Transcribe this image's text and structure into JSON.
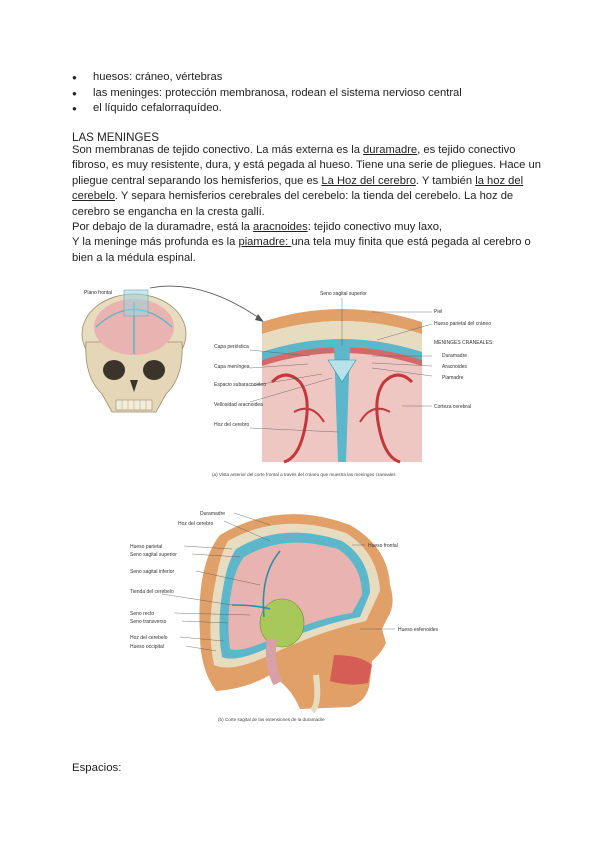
{
  "bullets": [
    "huesos: cráneo, vértebras",
    "las meninges: protección membranosa, rodean el sistema nervioso central",
    "el líquido cefalorraquídeo."
  ],
  "section_title": "LAS MENINGES",
  "paragraph": {
    "p1_a": " Son membranas de tejido conectivo. La más externa es la ",
    "p1_duramadre": "duramadre",
    "p1_b": ", es tejido conectivo fibroso, es muy resistente, dura, y está pegada al hueso. Tiene una serie de pliegues. Hace un pliegue central separando los hemisferios, que es ",
    "p1_hoz_cerebro": "La Hoz del cerebro",
    "p1_c": ". Y también ",
    "p1_hoz_cerebelo": "la hoz del cerebelo",
    "p1_d": ". Y separa hemisferios cerebrales del cerebelo: la tienda del cerebelo. La hoz de cerebro se engancha en la cresta gallí.",
    "p2_a": "Por debajo de la duramadre, está la ",
    "p2_aracnoides": "aracnoides",
    "p2_b": ": tejido conectivo muy laxo,",
    "p3_a": "Y la meninge más profunda es la ",
    "p3_piamadre": "piamadre: ",
    "p3_b": "una tela muy finita que está pegada al cerebro o bien a la médula espinal."
  },
  "figure_a": {
    "left_labels": [
      "Plano frontal",
      "Capa perióstica",
      "Capa meníngea",
      "Espacio subaracnoideo",
      "Vellosidad aracnoidea",
      "Hoz del cerebro"
    ],
    "top_label": "Seno sagital superior",
    "right_labels": [
      "Piel",
      "Hueso parietal del cráneo",
      "MENINGES CRANEALES:",
      "Duramadre",
      "Aracnoides",
      "Piamadre",
      "Corteza cerebral"
    ],
    "caption": "(a) Vista anterior del corte frontal a través del cráneo que muestra las meninges craneales"
  },
  "figure_b": {
    "left_labels": [
      "Duramadre",
      "Hoz del cerebro",
      "Hueso parietal",
      "Seno sagital superior",
      "Seno sagital inferior",
      "Tienda del cerebelo",
      "Seno recto",
      "Seno transverso",
      "Hoz del cerebelo",
      "Hueso occipital"
    ],
    "right_labels": [
      "Hueso frontal",
      "Hueso esfenoides"
    ],
    "caption": "(b) Corte sagital de las extensiones de la duramadre"
  },
  "footer_text": "Espacios:",
  "colors": {
    "bone": "#e8dcc0",
    "dura": "#5bb7c9",
    "brain": "#d9a1a5",
    "cortex": "#efc7c2",
    "vessel": "#c4373c",
    "skin": "#e0a068",
    "cerebellum": "#a9c85a"
  }
}
